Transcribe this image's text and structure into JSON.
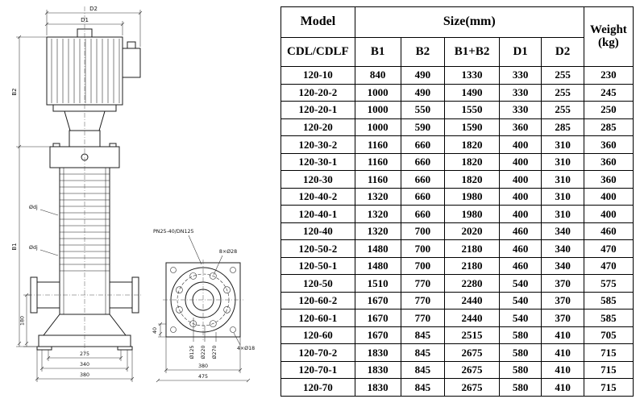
{
  "table": {
    "header": {
      "model": "Model",
      "size": "Size(mm)",
      "weight_line1": "Weight",
      "weight_line2": "(kg)",
      "model_sub": "CDL/CDLF",
      "size_cols": [
        "B1",
        "B2",
        "B1+B2",
        "D1",
        "D2"
      ]
    },
    "rows": [
      [
        "120-10",
        "840",
        "490",
        "1330",
        "330",
        "255",
        "230"
      ],
      [
        "120-20-2",
        "1000",
        "490",
        "1490",
        "330",
        "255",
        "245"
      ],
      [
        "120-20-1",
        "1000",
        "550",
        "1550",
        "330",
        "255",
        "250"
      ],
      [
        "120-20",
        "1000",
        "590",
        "1590",
        "360",
        "285",
        "285"
      ],
      [
        "120-30-2",
        "1160",
        "660",
        "1820",
        "400",
        "310",
        "360"
      ],
      [
        "120-30-1",
        "1160",
        "660",
        "1820",
        "400",
        "310",
        "360"
      ],
      [
        "120-30",
        "1160",
        "660",
        "1820",
        "400",
        "310",
        "360"
      ],
      [
        "120-40-2",
        "1320",
        "660",
        "1980",
        "400",
        "310",
        "400"
      ],
      [
        "120-40-1",
        "1320",
        "660",
        "1980",
        "400",
        "310",
        "400"
      ],
      [
        "120-40",
        "1320",
        "700",
        "2020",
        "460",
        "340",
        "460"
      ],
      [
        "120-50-2",
        "1480",
        "700",
        "2180",
        "460",
        "340",
        "470"
      ],
      [
        "120-50-1",
        "1480",
        "700",
        "2180",
        "460",
        "340",
        "470"
      ],
      [
        "120-50",
        "1510",
        "770",
        "2280",
        "540",
        "370",
        "575"
      ],
      [
        "120-60-2",
        "1670",
        "770",
        "2440",
        "540",
        "370",
        "585"
      ],
      [
        "120-60-1",
        "1670",
        "770",
        "2440",
        "540",
        "370",
        "585"
      ],
      [
        "120-60",
        "1670",
        "845",
        "2515",
        "580",
        "410",
        "705"
      ],
      [
        "120-70-2",
        "1830",
        "845",
        "2675",
        "580",
        "410",
        "715"
      ],
      [
        "120-70-1",
        "1830",
        "845",
        "2675",
        "580",
        "410",
        "715"
      ],
      [
        "120-70",
        "1830",
        "845",
        "2675",
        "580",
        "410",
        "715"
      ]
    ]
  },
  "drawing": {
    "top_dims": {
      "d2": "D2",
      "d1": "D1"
    },
    "left_dims": {
      "b2": "B2",
      "b1": "B1",
      "h180": "180"
    },
    "bottom_dims": {
      "w275": "275",
      "w340": "340",
      "w380": "380"
    },
    "port_dims": {
      "odj_upper": "Ødj",
      "odj_lower": "Ødj"
    },
    "detail": {
      "flange_spec": "PN25-40/DN125",
      "bolt_holes": "8×Ø28",
      "dia_bore": "Ø125",
      "dia_bolt_circle": "Ø220",
      "dia_outer": "Ø270",
      "anchor_holes": "4×Ø18",
      "plate_h": "40",
      "plate_w": "380",
      "base_w": "475"
    }
  }
}
